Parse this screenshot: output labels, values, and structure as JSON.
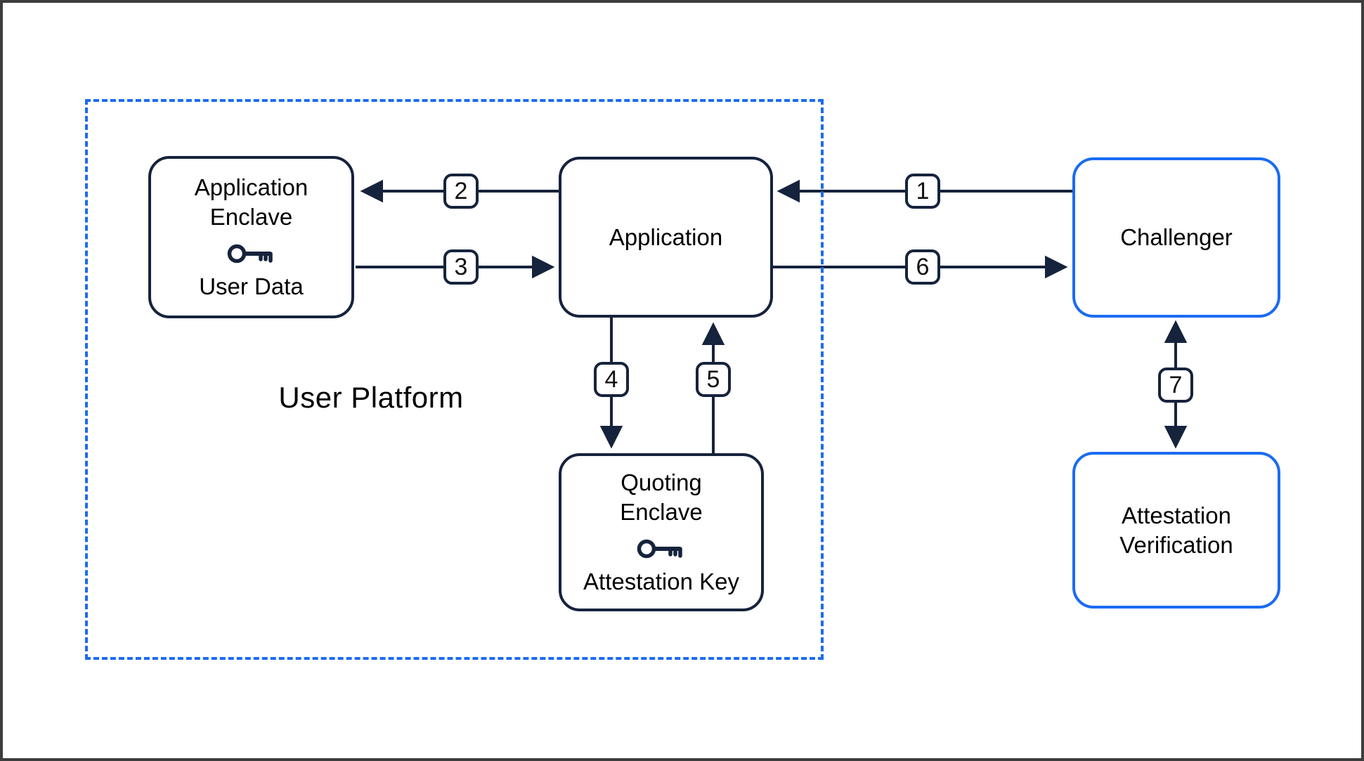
{
  "boundary": {
    "label": "User Platform"
  },
  "nodes": {
    "application_enclave": {
      "line1": "Application",
      "line2": "Enclave",
      "sublabel": "User Data"
    },
    "application": {
      "label": "Application"
    },
    "challenger": {
      "label": "Challenger"
    },
    "quoting_enclave": {
      "line1": "Quoting",
      "line2": "Enclave",
      "sublabel": "Attestation Key"
    },
    "attestation_verification": {
      "line1": "Attestation",
      "line2": "Verification"
    }
  },
  "step_labels": {
    "s1": "1",
    "s2": "2",
    "s3": "3",
    "s4": "4",
    "s5": "5",
    "s6": "6",
    "s7": "7"
  },
  "icons": {
    "application_enclave_icon": "key-icon",
    "quoting_enclave_icon": "key-icon"
  },
  "colors": {
    "node_border_dark": "#16233c",
    "node_border_blue": "#1b6bf2",
    "boundary_blue": "#1b6bf2",
    "arrow": "#16233c",
    "text": "#000000",
    "frame_border": "#3d3d3d",
    "background": "#ffffff"
  }
}
